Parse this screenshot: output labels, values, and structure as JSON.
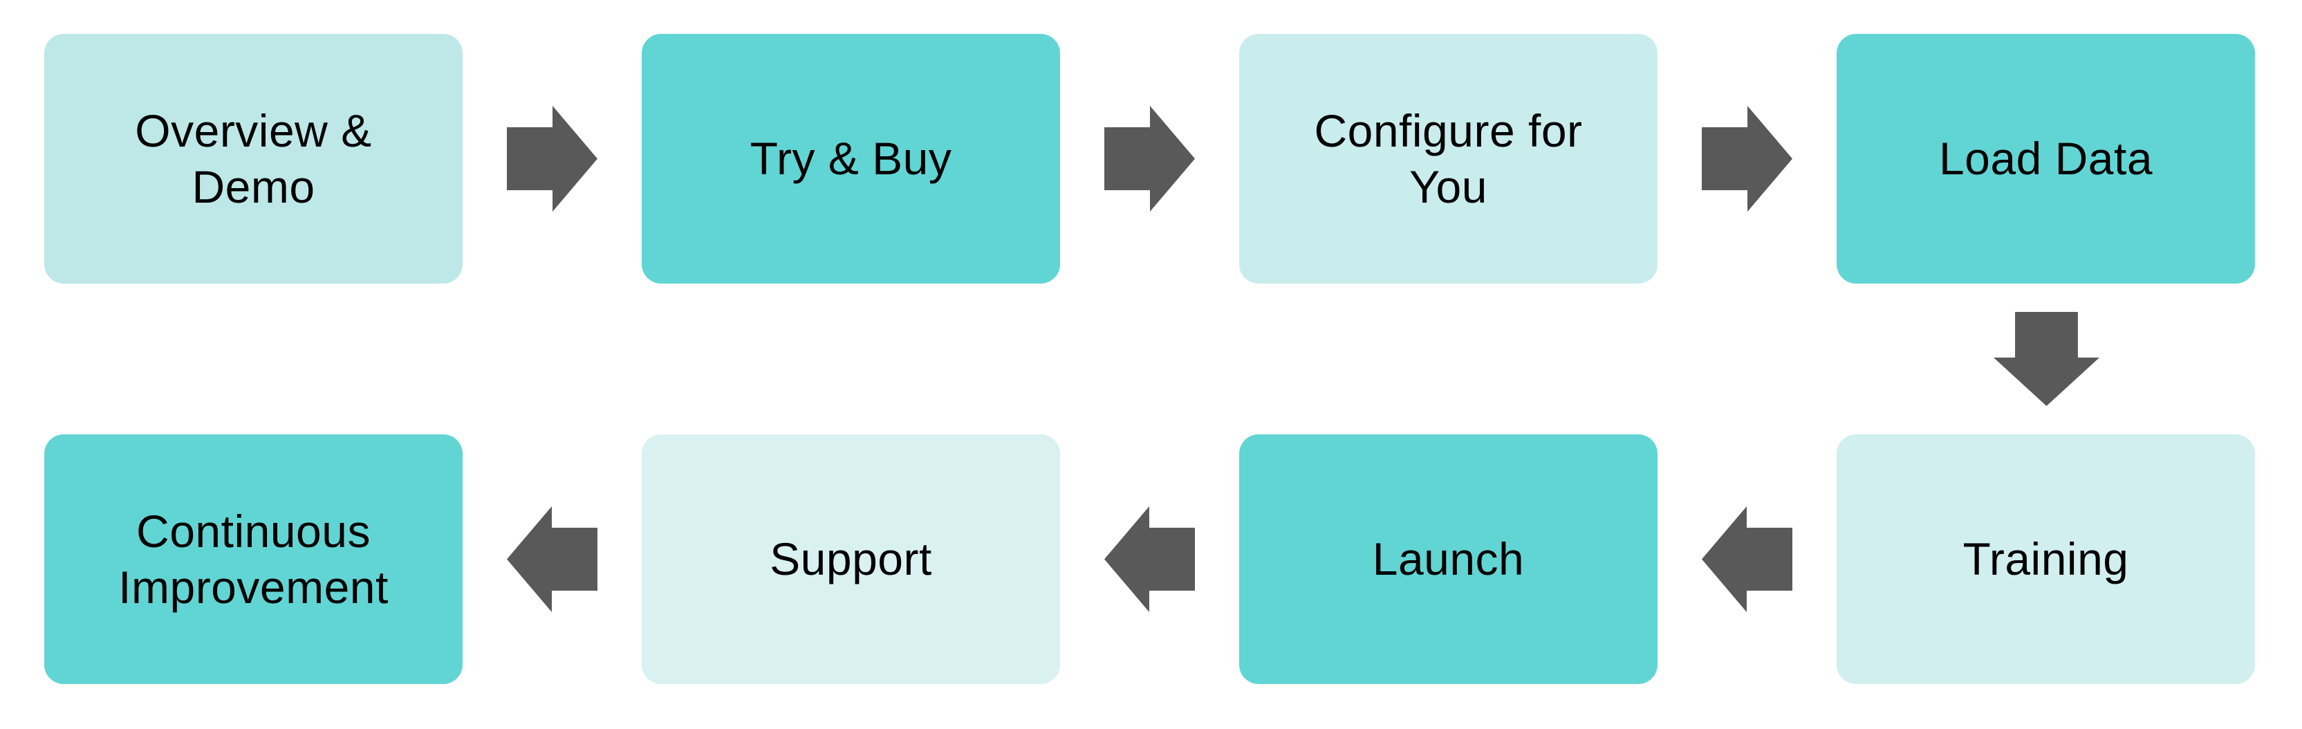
{
  "canvas": {
    "background": "#ffffff"
  },
  "colors": {
    "teal_strong": "#61d5d4",
    "arrow_gray": "#595959",
    "text": "#000000"
  },
  "flow": {
    "type": "alternating-flow",
    "connectors": {
      "row1": "right-arrows",
      "row1_to_row2": "down-arrow",
      "row2": "left-arrows"
    },
    "rows": [
      {
        "direction": "right",
        "steps": [
          {
            "label": "Overview & Demo",
            "fill": "#bee8e8"
          },
          {
            "label": "Try & Buy",
            "fill": "#61d5d4"
          },
          {
            "label": "Configure for You",
            "fill": "#c9eded"
          },
          {
            "label": "Load Data",
            "fill": "#61d5d4"
          }
        ]
      },
      {
        "direction": "left",
        "steps": [
          {
            "label": "Continuous Improvement",
            "fill": "#61d5d4"
          },
          {
            "label": "Support",
            "fill": "#daf1f2"
          },
          {
            "label": "Launch",
            "fill": "#61d5d4"
          },
          {
            "label": "Training",
            "fill": "#d2efef"
          }
        ]
      }
    ]
  }
}
